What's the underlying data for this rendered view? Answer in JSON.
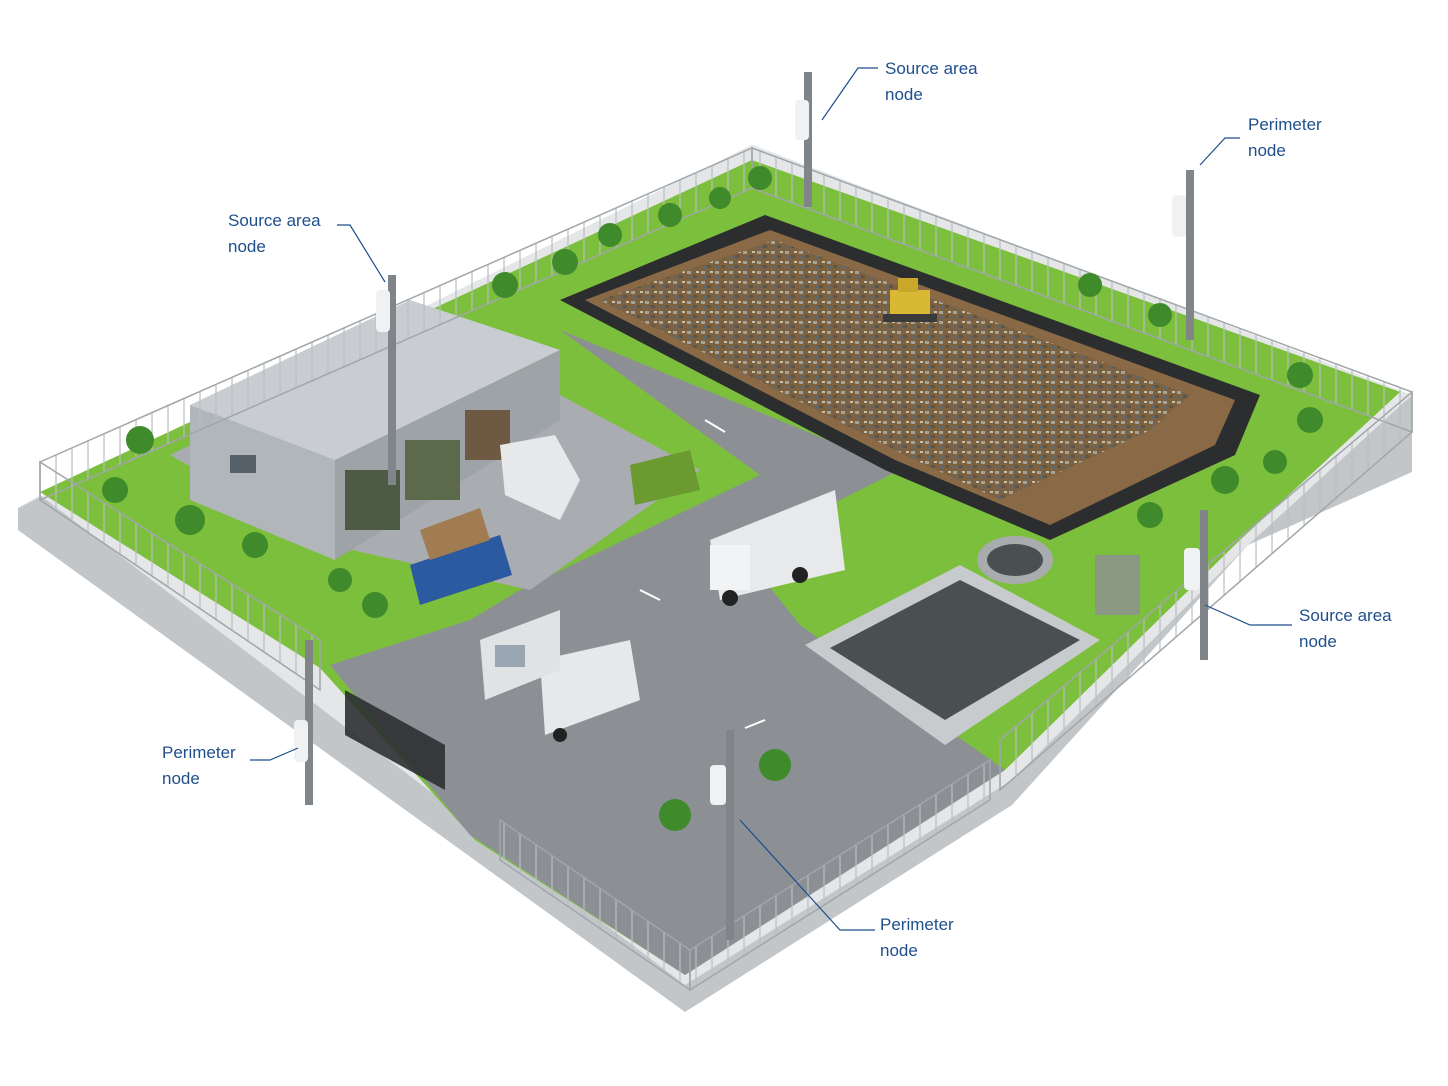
{
  "colors": {
    "label": "#1f4e8c",
    "leader": "#1f4e8c",
    "grass": "#7cbf3c",
    "road": "#8c9095",
    "concrete": "#d4d6d8",
    "landfill": "#8a6a46",
    "water": "#4a4f52"
  },
  "icons": [
    "sensor-pole-icon",
    "tree-icon",
    "truck-icon",
    "warehouse-icon",
    "bulldozer-icon"
  ],
  "callouts": [
    {
      "id": "source-area-node-top",
      "line1": "Source area",
      "line2": "node"
    },
    {
      "id": "perimeter-node-top-right",
      "line1": "Perimeter",
      "line2": "node"
    },
    {
      "id": "source-area-node-left",
      "line1": "Source area",
      "line2": "node"
    },
    {
      "id": "source-area-node-right",
      "line1": "Source area",
      "line2": "node"
    },
    {
      "id": "perimeter-node-left",
      "line1": "Perimeter",
      "line2": "node"
    },
    {
      "id": "perimeter-node-bottom",
      "line1": "Perimeter",
      "line2": "node"
    }
  ]
}
